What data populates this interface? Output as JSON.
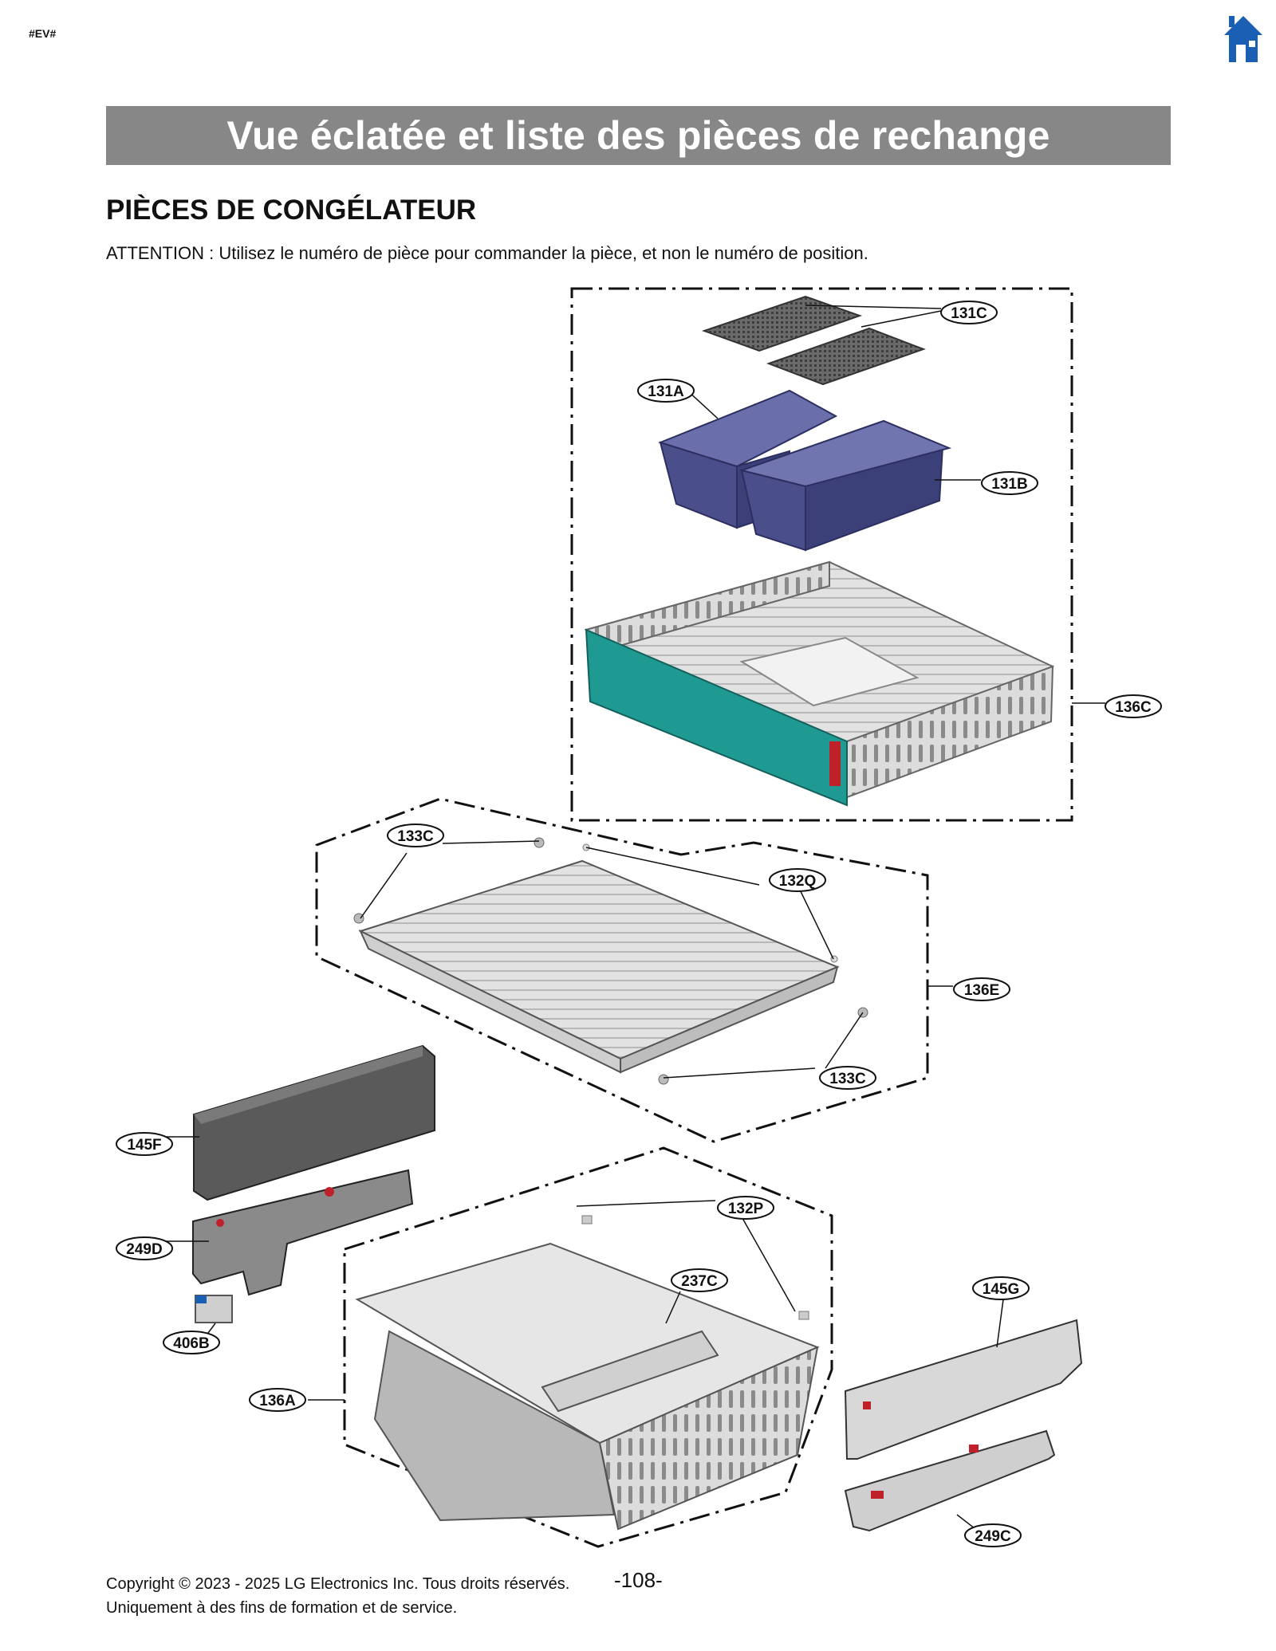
{
  "doc_tag": "#EV#",
  "icons": {
    "home": "home-icon"
  },
  "colors": {
    "title_bar": "#878787",
    "bin_blue": "#5a5e9a",
    "drawer_teal": "#1f9a93",
    "red": "#c0202a"
  },
  "header": {
    "title": "Vue éclatée et liste des pièces de rechange"
  },
  "section": {
    "title": "PIÈCES DE CONGÉLATEUR",
    "attention": "ATTENTION : Utilisez le numéro de pièce pour commander la pièce, et non le numéro de position."
  },
  "callouts": {
    "c131C": "131C",
    "c131A": "131A",
    "c131B": "131B",
    "c136C": "136C",
    "c133C_top": "133C",
    "c132Q": "132Q",
    "c136E": "136E",
    "c133C_bottom": "133C",
    "c145F": "145F",
    "c249D": "249D",
    "c406B": "406B",
    "c132P": "132P",
    "c237C": "237C",
    "c145G": "145G",
    "c136A": "136A",
    "c249C": "249C"
  },
  "footer": {
    "copyright": "Copyright © 2023 - 2025 LG Electronics Inc. Tous droits réservés.",
    "note": "Uniquement à des fins de formation et de service.",
    "page": "-108-"
  }
}
